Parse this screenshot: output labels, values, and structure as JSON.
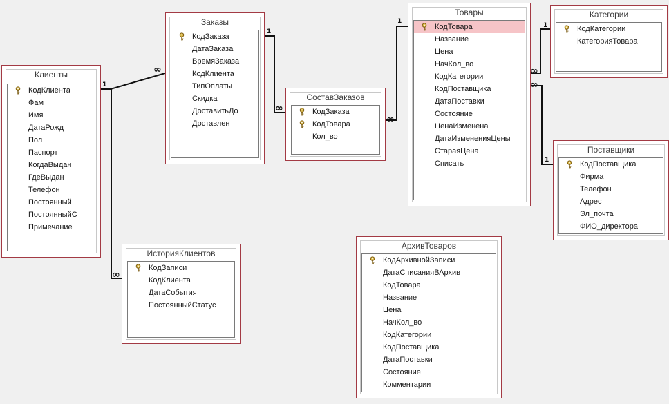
{
  "tables": {
    "klienty": {
      "title": "Клиенты",
      "fields": [
        {
          "name": "КодКлиента",
          "key": true
        },
        {
          "name": "Фам"
        },
        {
          "name": "Имя"
        },
        {
          "name": "ДатаРожд"
        },
        {
          "name": "Пол"
        },
        {
          "name": "Паспорт"
        },
        {
          "name": "КогдаВыдан"
        },
        {
          "name": "ГдеВыдан"
        },
        {
          "name": "Телефон"
        },
        {
          "name": "Постоянный"
        },
        {
          "name": "ПостоянныйС"
        },
        {
          "name": "Примечание"
        }
      ]
    },
    "zakazy": {
      "title": "Заказы",
      "fields": [
        {
          "name": "КодЗаказа",
          "key": true
        },
        {
          "name": "ДатаЗаказа"
        },
        {
          "name": "ВремяЗаказа"
        },
        {
          "name": "КодКлиента"
        },
        {
          "name": "ТипОплаты"
        },
        {
          "name": "Скидка"
        },
        {
          "name": "ДоставитьДо"
        },
        {
          "name": "Доставлен"
        }
      ]
    },
    "sostav": {
      "title": "СоставЗаказов",
      "fields": [
        {
          "name": "КодЗаказа",
          "key": true
        },
        {
          "name": "КодТовара",
          "key": true
        },
        {
          "name": "Кол_во"
        }
      ]
    },
    "tovary": {
      "title": "Товары",
      "fields": [
        {
          "name": "КодТовара",
          "key": true,
          "selected": true
        },
        {
          "name": "Название"
        },
        {
          "name": "Цена"
        },
        {
          "name": "НачКол_во"
        },
        {
          "name": "КодКатегории"
        },
        {
          "name": "КодПоставщика"
        },
        {
          "name": "ДатаПоставки"
        },
        {
          "name": "Состояние"
        },
        {
          "name": "ЦенаИзменена"
        },
        {
          "name": "ДатаИзмененияЦены"
        },
        {
          "name": "СтараяЦена"
        },
        {
          "name": "Списать"
        }
      ]
    },
    "kategorii": {
      "title": "Категории",
      "fields": [
        {
          "name": "КодКатегории",
          "key": true
        },
        {
          "name": "КатегорияТовара"
        }
      ]
    },
    "postavshiki": {
      "title": "Поставщики",
      "fields": [
        {
          "name": "КодПоставщика",
          "key": true
        },
        {
          "name": "Фирма"
        },
        {
          "name": "Телефон"
        },
        {
          "name": "Адрес"
        },
        {
          "name": "Эл_почта"
        },
        {
          "name": "ФИО_директора"
        }
      ]
    },
    "istoriya": {
      "title": "ИсторияКлиентов",
      "fields": [
        {
          "name": "КодЗаписи",
          "key": true
        },
        {
          "name": "КодКлиента"
        },
        {
          "name": "ДатаСобытия"
        },
        {
          "name": "ПостоянныйСтатус"
        }
      ]
    },
    "arhiv": {
      "title": "АрхивТоваров",
      "fields": [
        {
          "name": "КодАрхивнойЗаписи",
          "key": true
        },
        {
          "name": "ДатаСписанияВАрхив"
        },
        {
          "name": "КодТовара"
        },
        {
          "name": "Название"
        },
        {
          "name": "Цена"
        },
        {
          "name": "НачКол_во"
        },
        {
          "name": "КодКатегории"
        },
        {
          "name": "КодПоставщика"
        },
        {
          "name": "ДатаПоставки"
        },
        {
          "name": "Состояние"
        },
        {
          "name": "Комментарии"
        }
      ]
    }
  },
  "relationships": [
    {
      "name": "klienty-zakazy",
      "one": "1",
      "many": "∞"
    },
    {
      "name": "zakazy-sostav",
      "one": "1",
      "many": "∞"
    },
    {
      "name": "tovary-sostav",
      "one": "1",
      "many": "∞"
    },
    {
      "name": "kategorii-tovary",
      "one": "1",
      "many": "∞"
    },
    {
      "name": "postavshiki-tovary",
      "one": "1",
      "many": "∞"
    },
    {
      "name": "klienty-istoriya",
      "one": "1",
      "many": "∞"
    }
  ],
  "colors": {
    "table_border": "#a33a44",
    "selected_row": "#f6c4c7",
    "line": "#111111",
    "key_icon": "#d9b84a"
  }
}
